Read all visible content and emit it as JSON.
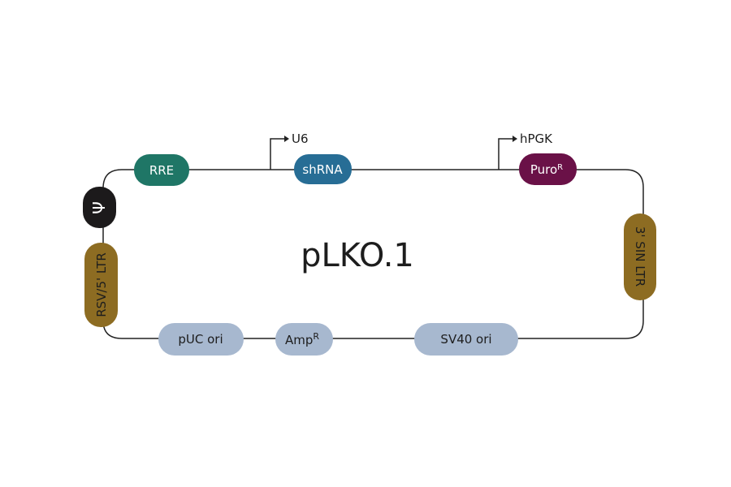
{
  "title": "pLKO.1",
  "colors": {
    "rre": "#1f7666",
    "shrna": "#276d95",
    "puro": "#6a1147",
    "psi": "#1c1a1b",
    "ltr": "#8d6c22",
    "backbone": "#a7b8cf",
    "line": "#222222"
  },
  "features": {
    "rre": "RRE",
    "shrna": "shRNA",
    "puro": "Puro",
    "puro_sup": "R",
    "psi_icon": "psi-icon",
    "psi": "Ψ",
    "rsv_ltr": "RSV/5' LTR",
    "sin_ltr": "3' SIN LTR",
    "puc": "pUC ori",
    "amp": "Amp",
    "amp_sup": "R",
    "sv40": "SV40 ori"
  },
  "promoters": {
    "u6": "U6",
    "hpgk": "hPGK"
  }
}
